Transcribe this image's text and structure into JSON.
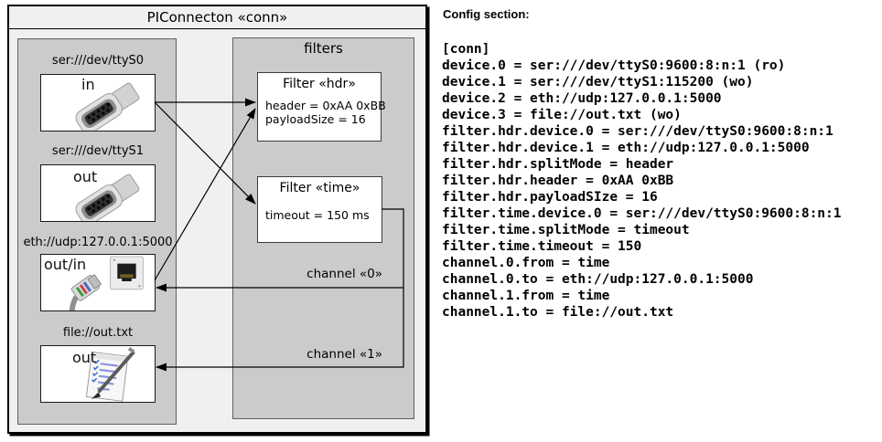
{
  "diagram": {
    "title": "PIConnecton «conn»",
    "devices_group": {
      "devices": [
        {
          "label": "ser:///dev/ttyS0",
          "name": "in",
          "icon": "serial-connector"
        },
        {
          "label": "ser:///dev/ttyS1",
          "name": "out",
          "icon": "serial-connector"
        },
        {
          "label": "eth://udp:127.0.0.1:5000",
          "name": "out/in",
          "icon": "ethernet-jack"
        },
        {
          "label": "file://out.txt",
          "name": "out",
          "icon": "notepad"
        }
      ]
    },
    "filters_group": {
      "title": "filters",
      "filters": [
        {
          "title": "Filter «hdr»",
          "properties": [
            "header = 0xAA 0xBB",
            "payloadSize = 16"
          ]
        },
        {
          "title": "Filter «time»",
          "properties": [
            "timeout = 150 ms"
          ]
        }
      ]
    },
    "channels": [
      {
        "label": "channel «0»"
      },
      {
        "label": "channel «1»"
      }
    ]
  },
  "config": {
    "heading": "Config section:",
    "lines": [
      "[conn]",
      "device.0 = ser:///dev/ttyS0:9600:8:n:1 (ro)",
      "device.1 = ser:///dev/ttyS1:115200 (wo)",
      "device.2 = eth://udp:127.0.0.1:5000",
      "device.3 = file://out.txt (wo)",
      "filter.hdr.device.0 = ser:///dev/ttyS0:9600:8:n:1",
      "filter.hdr.device.1 = eth://udp:127.0.0.1:5000",
      "filter.hdr.splitMode = header",
      "filter.hdr.header = 0xAA 0xBB",
      "filter.hdr.payloadSIze = 16",
      "filter.time.device.0 = ser:///dev/ttyS0:9600:8:n:1",
      "filter.time.splitMode = timeout",
      "filter.time.timeout = 150",
      "channel.0.from = time",
      "channel.0.to = eth://udp:127.0.0.1:5000",
      "channel.1.from = time",
      "channel.1.to = file://out.txt"
    ]
  },
  "colors": {
    "outer_fill": "#f0f0f0",
    "group_fill": "#cbcbcb",
    "box_fill": "#ffffff",
    "line": "#000000"
  }
}
